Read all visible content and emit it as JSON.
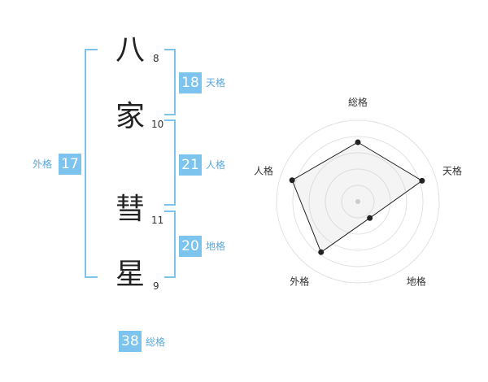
{
  "name_chars": [
    {
      "char": "八",
      "strokes": "8"
    },
    {
      "char": "家",
      "strokes": "10"
    },
    {
      "char": "彗",
      "strokes": "11"
    },
    {
      "char": "星",
      "strokes": "9"
    }
  ],
  "fortunes": {
    "tenkaku": {
      "value": "18",
      "label": "天格"
    },
    "jinkaku": {
      "value": "21",
      "label": "人格"
    },
    "chikaku": {
      "value": "20",
      "label": "地格"
    },
    "gaikaku": {
      "value": "17",
      "label": "外格"
    },
    "soukaku": {
      "value": "38",
      "label": "総格"
    }
  },
  "colors": {
    "accent": "#7cc4ee",
    "label": "#5aa8de"
  },
  "chart_data": {
    "type": "radar",
    "axes": [
      "総格",
      "天格",
      "地格",
      "外格",
      "人格"
    ],
    "values": [
      0.73,
      0.83,
      0.25,
      0.77,
      0.85
    ],
    "range": [
      0,
      1
    ],
    "grid": true
  }
}
